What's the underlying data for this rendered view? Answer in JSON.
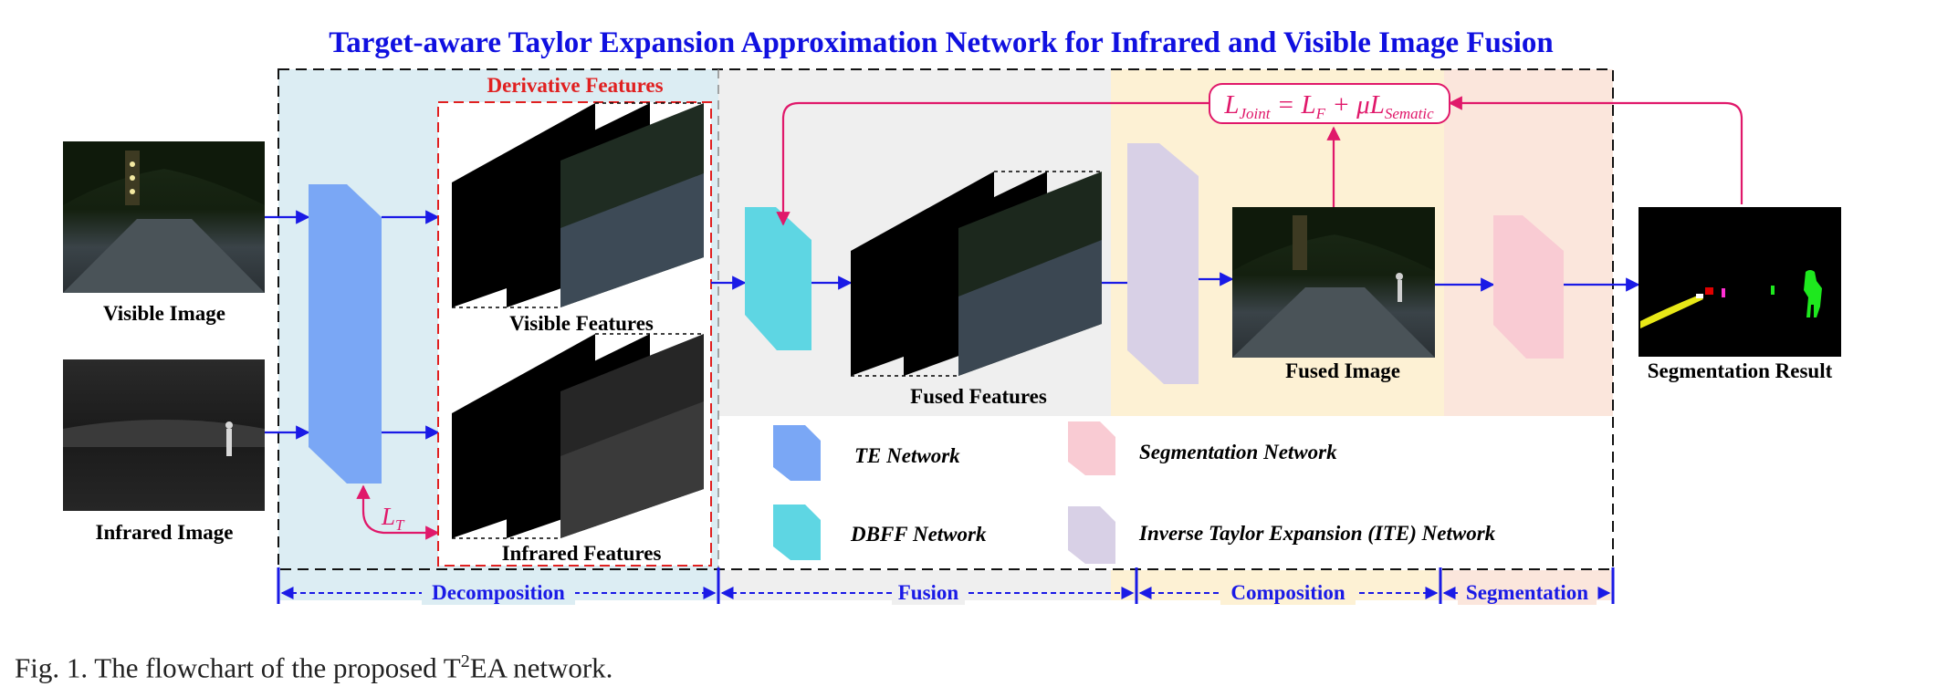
{
  "title": "Target-aware Taylor Expansion Approximation Network for Infrared and Visible Image Fusion",
  "inputs": {
    "visible_label": "Visible Image",
    "infrared_label": "Infrared Image"
  },
  "features": {
    "group_label": "Derivative Features",
    "visible_label": "Visible Features",
    "infrared_label": "Infrared Features",
    "fused_label": "Fused Features"
  },
  "outputs": {
    "fused_image_label": "Fused Image",
    "segmentation_label": "Segmentation Result"
  },
  "loss": {
    "joint_L": "L",
    "joint_sub": "Joint",
    "eq": " = ",
    "f_L": "L",
    "f_sub": "F",
    "plus_mu": " + μ",
    "sem_L": "L",
    "sem_sub": "Sematic",
    "t_L": "L",
    "t_sub": "T"
  },
  "legend": {
    "te": "TE Network",
    "dbff": "DBFF Network",
    "seg": "Segmentation Network",
    "ite": "Inverse Taylor Expansion (ITE) Network"
  },
  "stages": [
    "Decomposition",
    "Fusion",
    "Composition",
    "Segmentation"
  ],
  "caption": {
    "prefix": "Fig. 1.    The flowchart of the proposed T",
    "sup": "2",
    "suffix": "EA network."
  },
  "colors": {
    "title": "#1010e0",
    "arrow": "#1a1ae6",
    "loss": "#e0186a",
    "derivative_border": "#e02020",
    "te_block": "#7aa7f5",
    "dbff_block": "#5ed6e3",
    "ite_block": "#d8d0e6",
    "seg_block": "#f9cbd3",
    "decomp_bg": "#dcedf3",
    "fusion_bg": "#efefef",
    "comp_bg": "#fdf1d4",
    "seg_bg": "#fbe6dc"
  }
}
